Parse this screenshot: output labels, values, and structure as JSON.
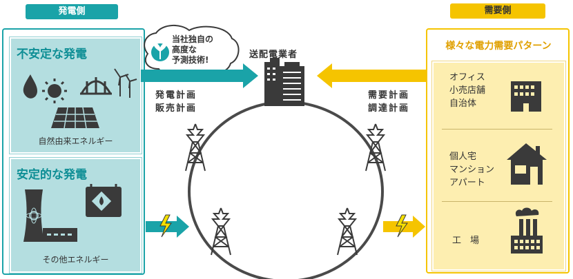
{
  "tags": {
    "supply": "発電側",
    "demand": "需要側"
  },
  "supply": {
    "unstable": {
      "title": "不安定な発電",
      "sub": "自然由来エネルギー"
    },
    "stable": {
      "title": "安定的な発電",
      "sub": "その他エネルギー"
    }
  },
  "bubble": {
    "lines": [
      "当社独自の",
      "高度な",
      "予測技術!"
    ]
  },
  "center": {
    "label": "送配電業者"
  },
  "plans": {
    "left": [
      "発電計画",
      "販売計画"
    ],
    "right": [
      "需要計画",
      "調達計画"
    ]
  },
  "demand": {
    "title": "様々な電力需要パターン",
    "categories": [
      {
        "lines": [
          "オフィス",
          "小売店舗",
          "自治体"
        ]
      },
      {
        "lines": [
          "個人宅",
          "マンション",
          "アパート"
        ]
      },
      {
        "lines": [
          "工　場"
        ]
      }
    ]
  },
  "colors": {
    "teal": "#1aa3a8",
    "yellow": "#f5c400",
    "dark": "#3a3a3a"
  }
}
